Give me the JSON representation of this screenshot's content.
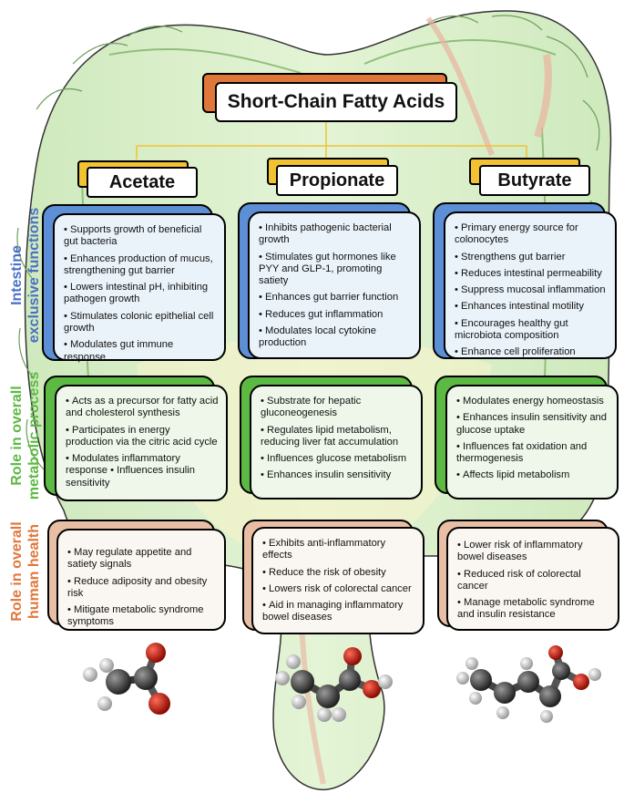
{
  "title": "Short-Chain Fatty Acids",
  "acids": [
    {
      "name": "Acetate"
    },
    {
      "name": "Propionate"
    },
    {
      "name": "Butyrate"
    }
  ],
  "categories": [
    {
      "line1": "Intestine",
      "line2": "exclusive functions",
      "color": "#4a6fc4"
    },
    {
      "line1": "Role in overall",
      "line2": "metabolic process",
      "color": "#5cb944"
    },
    {
      "line1": "Role in overall",
      "line2": "human health",
      "color": "#e0773a"
    }
  ],
  "cells": {
    "intestine": [
      [
        "Supports growth of beneficial gut bacteria",
        "Enhances production of mucus, strengthening gut barrier",
        "Lowers intestinal pH, inhibiting pathogen growth",
        "Stimulates colonic epithelial cell growth",
        "Modulates gut immune response"
      ],
      [
        "Inhibits pathogenic bacterial growth",
        "Stimulates gut hormones like PYY and GLP-1, promoting satiety",
        "Enhances gut barrier function",
        "Reduces gut inflammation",
        "Modulates local cytokine production"
      ],
      [
        "Primary energy source for colonocytes",
        "Strengthens gut barrier",
        "Reduces intestinal permeability",
        "Suppress mucosal inflammation",
        "Enhances intestinal motility",
        "Encourages healthy gut microbiota composition",
        "Enhance cell proliferation"
      ]
    ],
    "metabolic": [
      [
        "Acts as a precursor for fatty acid and cholesterol synthesis",
        "Participates in energy production via the citric acid cycle",
        "Modulates inflammatory response • Influences insulin sensitivity"
      ],
      [
        "Substrate for hepatic gluconeogenesis",
        "Regulates lipid metabolism, reducing liver fat accumulation",
        "Influences glucose metabolism",
        "Enhances insulin sensitivity"
      ],
      [
        "Modulates energy homeostasis",
        "Enhances insulin sensitivity and glucose uptake",
        "Influences fat oxidation and thermogenesis",
        "Affects lipid metabolism"
      ]
    ],
    "health": [
      [
        "May regulate appetite and satiety signals",
        "Reduce adiposity and obesity risk",
        "Mitigate metabolic syndrome symptoms"
      ],
      [
        "Exhibits anti-inflammatory effects",
        "Reduce the risk of obesity",
        "Lowers risk of colorectal cancer",
        "Aid in managing inflammatory bowel diseases"
      ],
      [
        "Lower risk of inflammatory bowel diseases",
        "Reduced risk of colorectal cancer",
        "Manage metabolic syndrome and insulin resistance"
      ]
    ]
  },
  "colors": {
    "title_accent": "#e0773a",
    "acid_accent": "#f1c232",
    "intestine_panel": "#5d8fd6",
    "metabolic_panel": "#5cb944",
    "health_panel": "#e8bfa4",
    "intestine_background": "#d9efc9",
    "connector": "#f1c232"
  },
  "icons": [
    "colon-illustration",
    "acetate-molecule",
    "propionate-molecule",
    "butyrate-molecule"
  ]
}
